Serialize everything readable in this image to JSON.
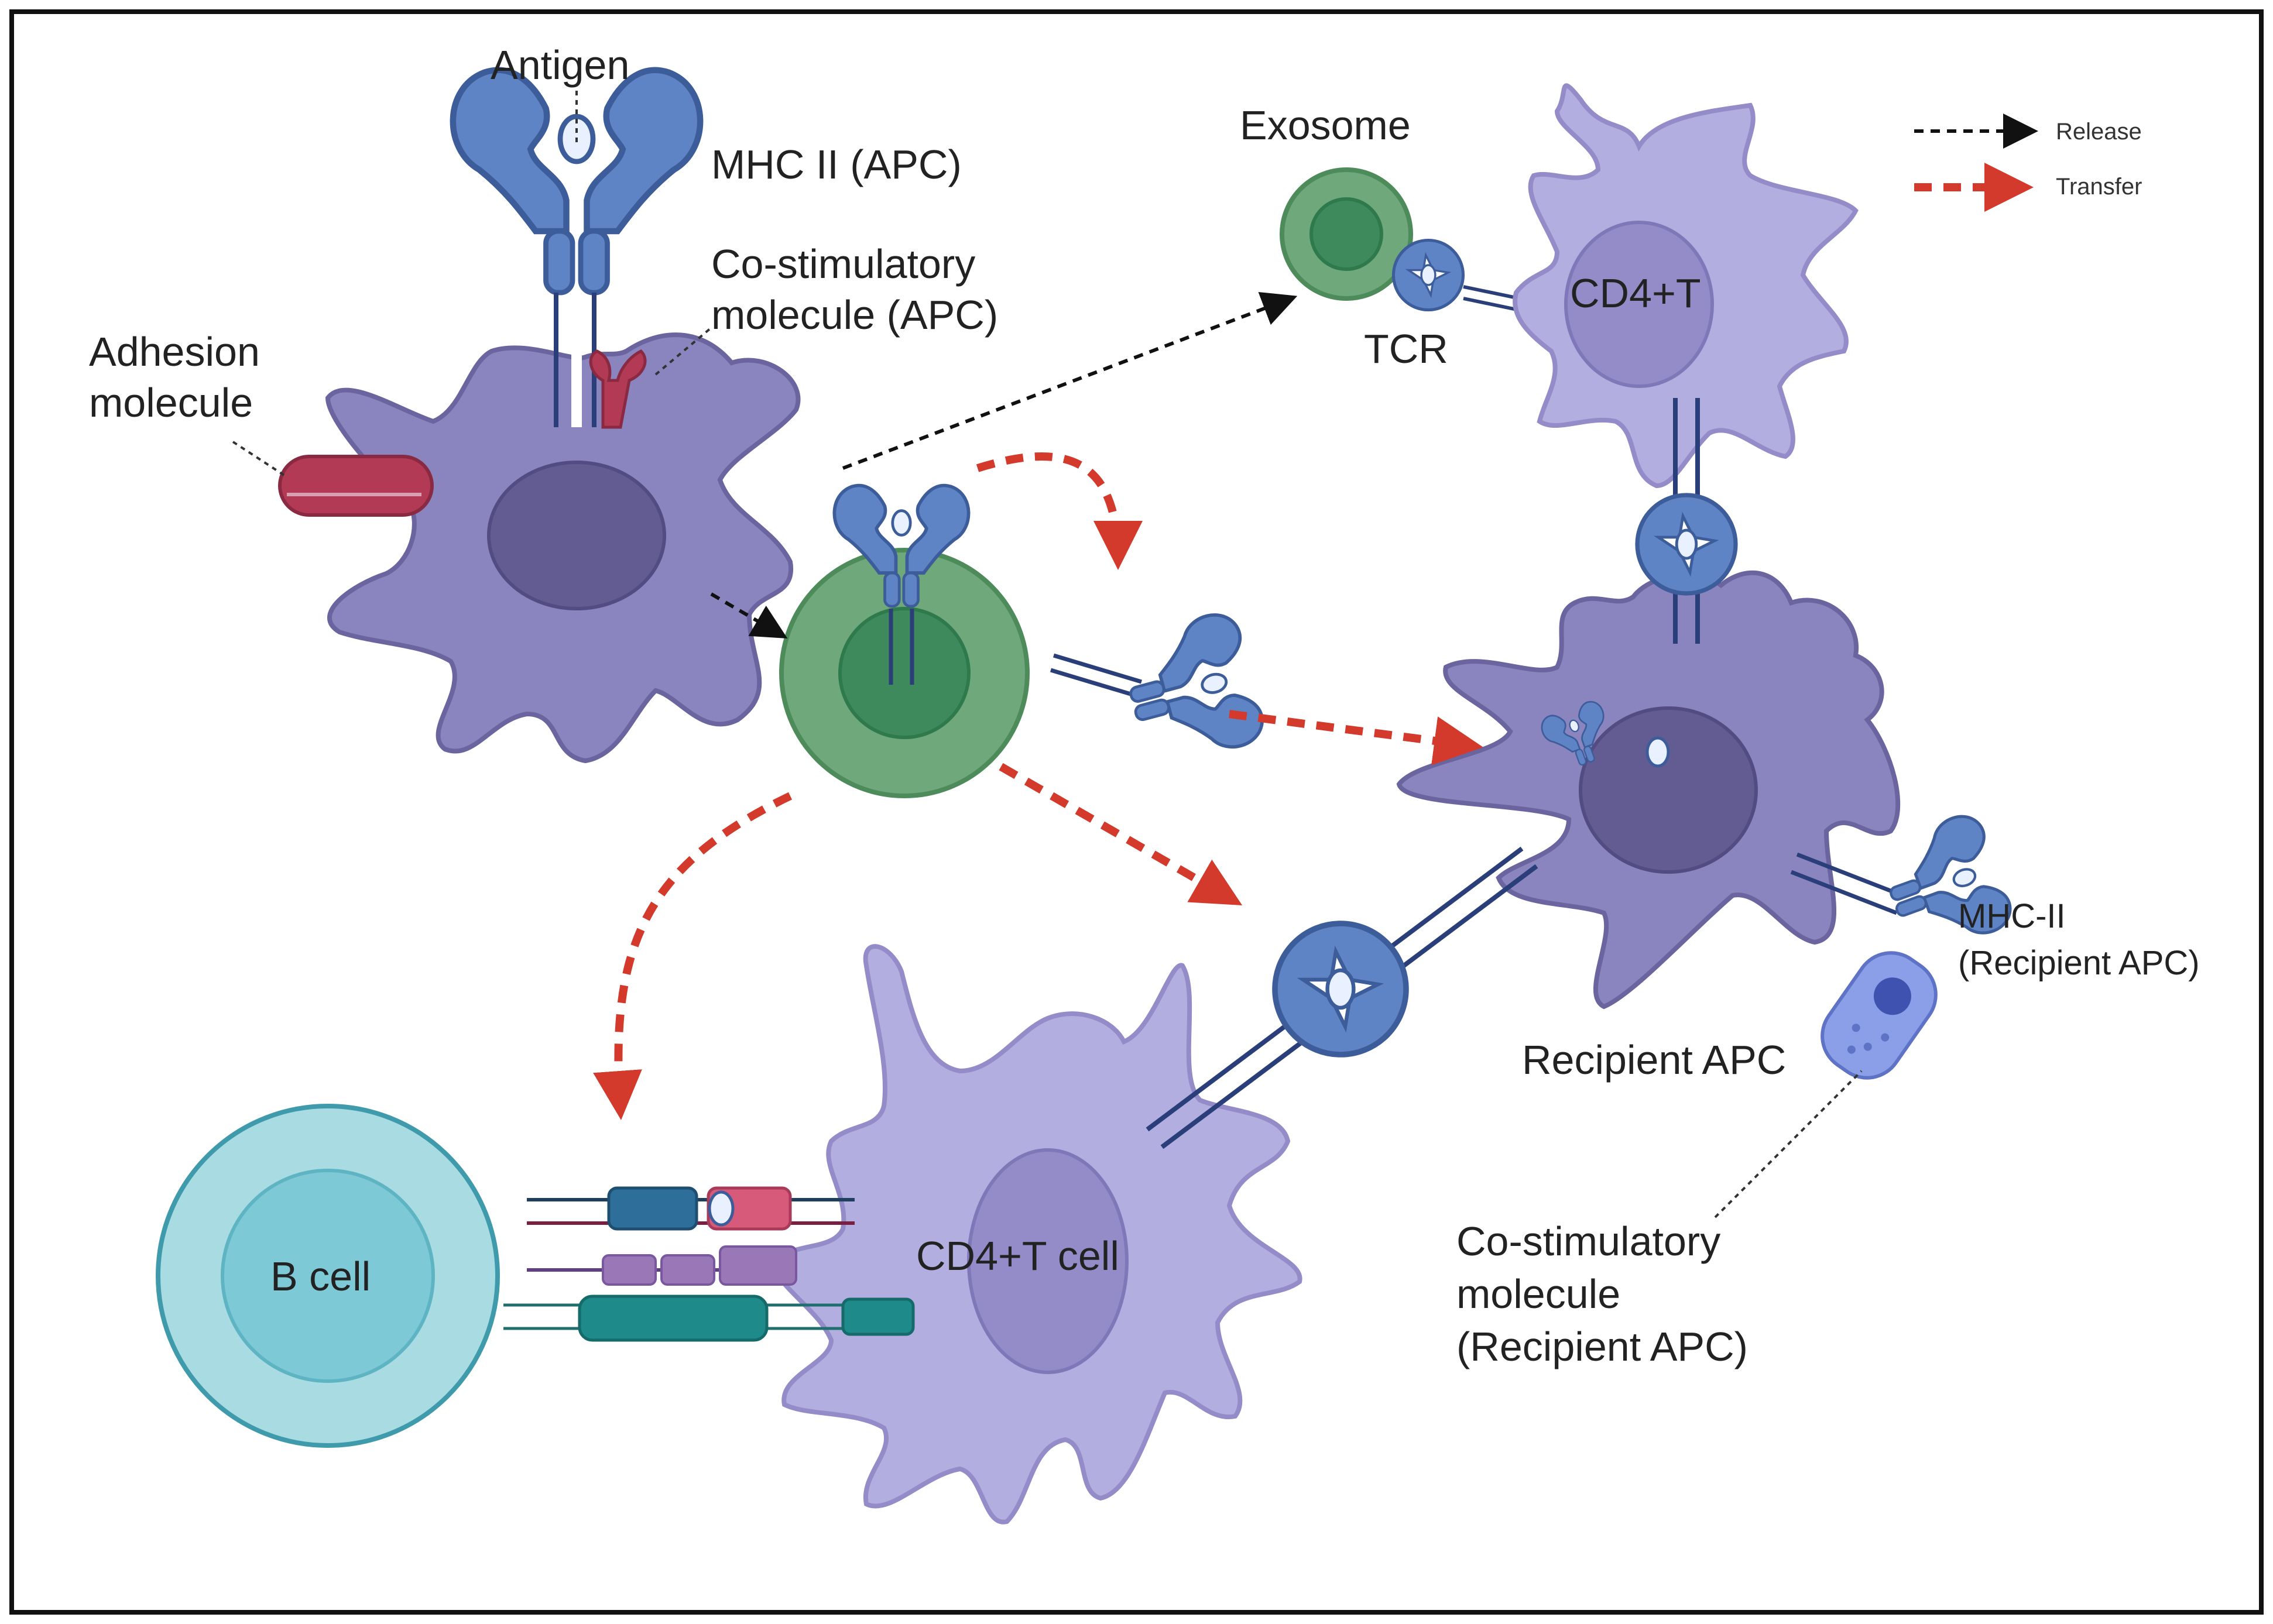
{
  "legend": {
    "release": "Release",
    "transfer": "Transfer"
  },
  "labels": {
    "antigen": "Antigen",
    "mhc_ii_apc": "MHC II (APC)",
    "costim_apc_line1": "Co-stimulatory",
    "costim_apc_line2": "molecule (APC)",
    "adhesion_line1": "Adhesion",
    "adhesion_line2": "molecule",
    "exosome": "Exosome",
    "tcr": "TCR",
    "cd4t_top": "CD4+T",
    "cd4t_cell": "CD4+T cell",
    "b_cell": "B cell",
    "recipient_apc": "Recipient APC",
    "mhc_recipient_line1": "MHC-II",
    "mhc_recipient_line2": "(Recipient APC)",
    "costim_recipient_line1": "Co-stimulatory",
    "costim_recipient_line2": "molecule",
    "costim_recipient_line3": "(Recipient APC)"
  },
  "colors": {
    "apc_body": "#8a84bf",
    "apc_nucleus": "#625c93",
    "tcell_body": "#b3aee0",
    "tcell_nucleus": "#948cc8",
    "exosome_outer": "#6fa87a",
    "exosome_inner": "#3f8a5c",
    "bcell_outer": "#a9dbe2",
    "bcell_inner": "#7ec9d6",
    "mhc_blue": "#5f84c6",
    "adhesion_red": "#b23a55",
    "transfer_arrow": "#d33a2c",
    "release_arrow": "#111111"
  },
  "icons": [
    "antigen-icon",
    "mhc-ii-icon",
    "tcr-icon",
    "co-stimulatory-icon",
    "adhesion-molecule-icon"
  ]
}
